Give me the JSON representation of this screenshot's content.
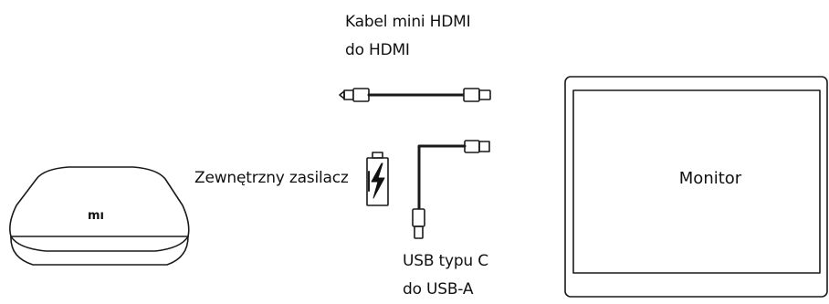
{
  "labels": {
    "hdmi_cable": [
      "Kabel mini HDMI",
      "do HDMI"
    ],
    "usb_cable": [
      "USB typu C",
      "do USB-A"
    ],
    "power_supply": "Zewnętrzny zasilacz",
    "monitor": "Monitor",
    "box_logo": "mı"
  },
  "icons": {
    "box": "mi-box-device",
    "power": "battery-lightning-icon",
    "hdmi": "hdmi-cable-icon",
    "usb": "usb-c-to-a-cable-icon",
    "monitor": "monitor-icon"
  },
  "colors": {
    "stroke": "#1a1a1a",
    "background": "#ffffff"
  }
}
